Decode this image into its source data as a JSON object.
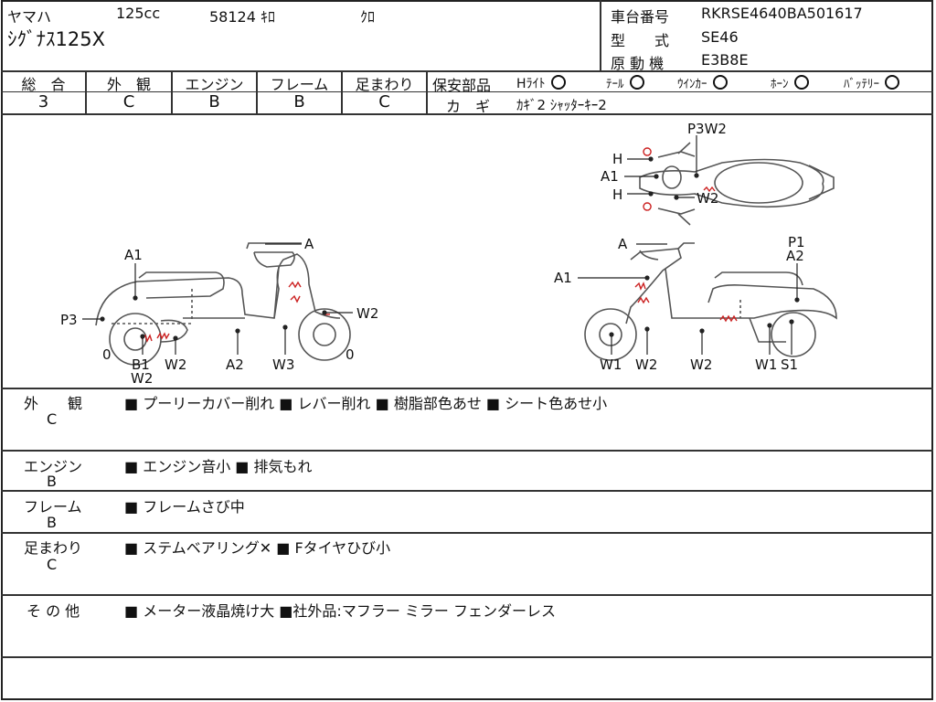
{
  "header": {
    "maker": "ヤマハ",
    "cc": "125cc",
    "mileage": "58124 ｷﾛ",
    "color": "ｸﾛ",
    "model_name": "ｼｸﾞﾅｽ125X",
    "chassis_label": "車台番号",
    "chassis_value": "RKRSE4640BA501617",
    "type_label": "型　　式",
    "type_value": "SE46",
    "engine_label": "原 動 機",
    "engine_value": "E3B8E"
  },
  "grades": [
    {
      "label": "総　合",
      "value": "3"
    },
    {
      "label": "外　観",
      "value": "C"
    },
    {
      "label": "エンジン",
      "value": "B"
    },
    {
      "label": "フレーム",
      "value": "B"
    },
    {
      "label": "足まわり",
      "value": "C"
    }
  ],
  "safety": {
    "label": "保安部品",
    "items": [
      "Hﾗｲﾄ",
      "ﾃｰﾙ",
      "ｳｲﾝｶｰ",
      "ﾎｰﾝ",
      "ﾊﾞｯﾃﾘｰ"
    ],
    "keys_label": "カ　ギ",
    "keys_value": "ｶｷﾞ2 ｼｬｯﾀｰｷｰ2"
  },
  "diagram": {
    "left_labels": [
      "A1",
      "A",
      "P3",
      "B1",
      "W2",
      "W2",
      "A2",
      "W3",
      "W2",
      "0",
      "0"
    ],
    "right_labels": [
      "A",
      "P1",
      "A2",
      "A1",
      "W1",
      "W2",
      "W2",
      "W1",
      "S1"
    ],
    "top_labels": [
      "P3W2",
      "H",
      "A1",
      "H",
      "W2"
    ]
  },
  "notes": [
    {
      "label": "外　　観",
      "grade": "C",
      "items": [
        "プーリーカバー削れ",
        "レバー削れ",
        "樹脂部色あせ",
        "シート色あせ小"
      ]
    },
    {
      "label": "エンジン",
      "grade": "B",
      "items": [
        "エンジン音小",
        "排気もれ"
      ]
    },
    {
      "label": "フレーム",
      "grade": "B",
      "items": [
        "フレームさび中"
      ]
    },
    {
      "label": "足まわり",
      "grade": "C",
      "items": [
        "ステムベアリング✕",
        "Fタイヤひび小"
      ]
    },
    {
      "label": "そ の 他",
      "grade": "",
      "items": [
        "メーター液晶焼け大",
        "社外品:マフラー ミラー フェンダーレス"
      ]
    }
  ],
  "colors": {
    "damage": "#cc2222",
    "line": "#333333"
  }
}
